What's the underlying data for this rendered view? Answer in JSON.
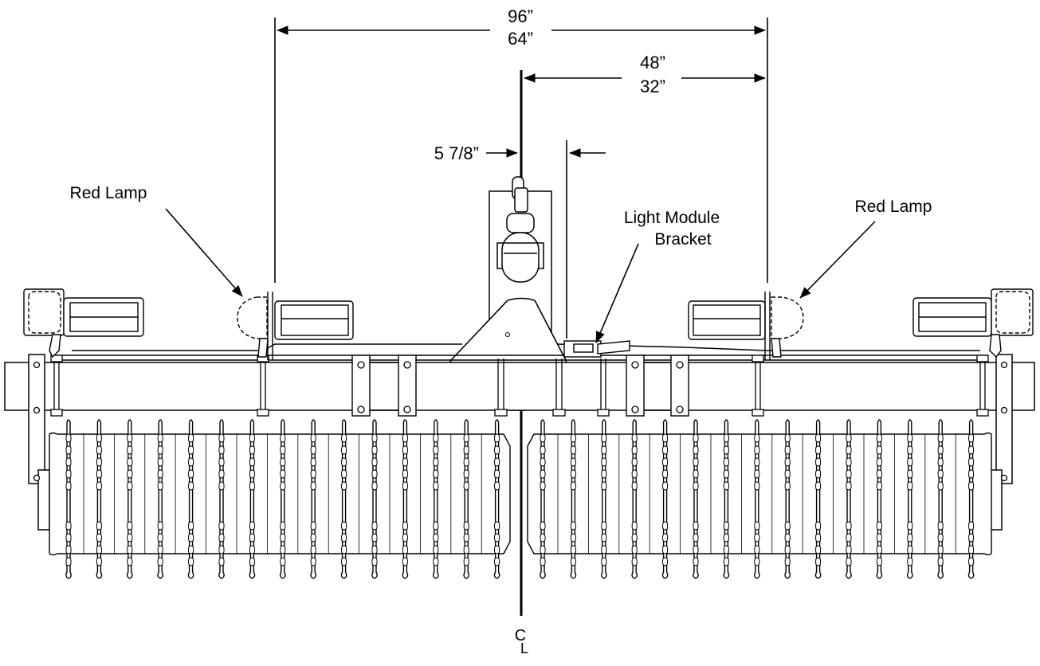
{
  "labels": {
    "dim_overall_1": "96”",
    "dim_overall_2": "64”",
    "dim_half_1": "48”",
    "dim_half_2": "32”",
    "dim_offset": "5 7/8”",
    "red_lamp_left": "Red Lamp",
    "red_lamp_right": "Red Lamp",
    "light_module_line1": "Light Module",
    "light_module_line2": "Bracket",
    "centerline_c": "C",
    "centerline_l": "L"
  },
  "colors": {
    "line": "#000000",
    "background": "#ffffff"
  }
}
